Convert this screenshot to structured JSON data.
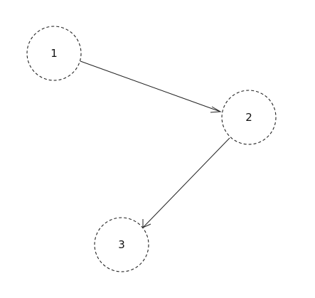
{
  "diagram": {
    "nodes": [
      {
        "id": "n1",
        "label": "1"
      },
      {
        "id": "n2",
        "label": "2"
      },
      {
        "id": "n3",
        "label": "3"
      }
    ],
    "edges": [
      {
        "from": "n1",
        "to": "n2"
      },
      {
        "from": "n2",
        "to": "n3"
      }
    ],
    "colors": {
      "stroke": "#222222",
      "text": "#111111",
      "background": "#ffffff"
    }
  }
}
